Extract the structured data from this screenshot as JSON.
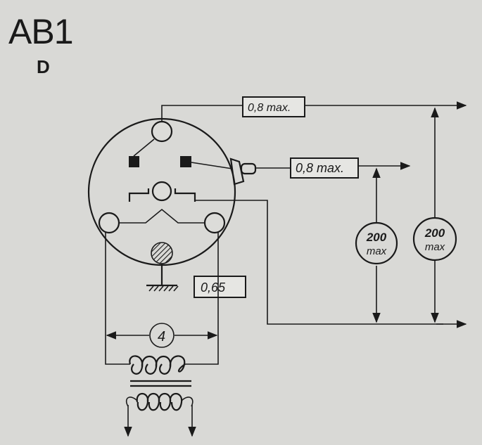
{
  "title": "AB1",
  "subtitle": "D",
  "labels": {
    "top_cap": "0,8 max.",
    "side_cap": "0,8 max.",
    "heater": "0,65",
    "filament": "4",
    "len_inner_value": "200",
    "len_inner_unit": "max",
    "len_outer_value": "200",
    "len_outer_unit": "max"
  }
}
